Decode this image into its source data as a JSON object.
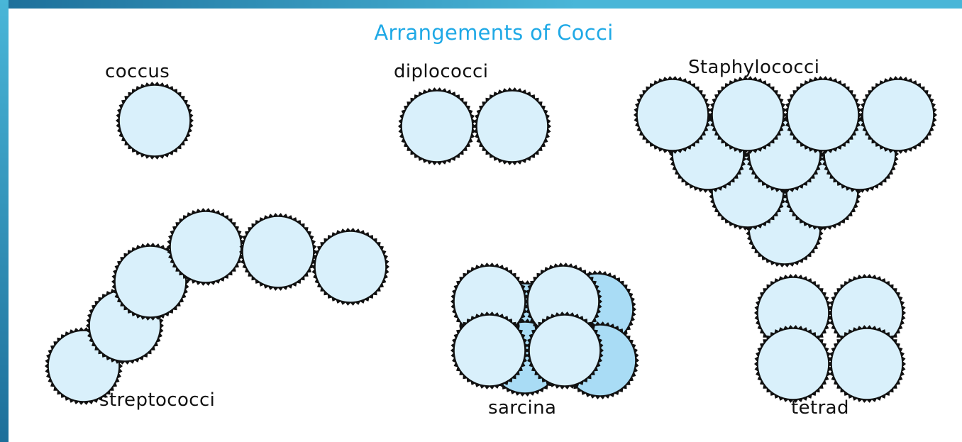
{
  "title": "Arrangements of Cocci",
  "labels": {
    "coccus": "coccus",
    "diplococci": "diplococci",
    "staphylococci": "Staphylococci",
    "streptococci": "streptococci",
    "sarcina": "sarcina",
    "tetrad": "tetrad"
  },
  "colors": {
    "title": "#1fa9e6",
    "cell_fill": "#d9f0fb",
    "cell_back_fill": "#a9dcf5",
    "cell_outline": "#111111",
    "bar_dark": "#1d6f9a",
    "bar_light": "#49b6d8"
  }
}
